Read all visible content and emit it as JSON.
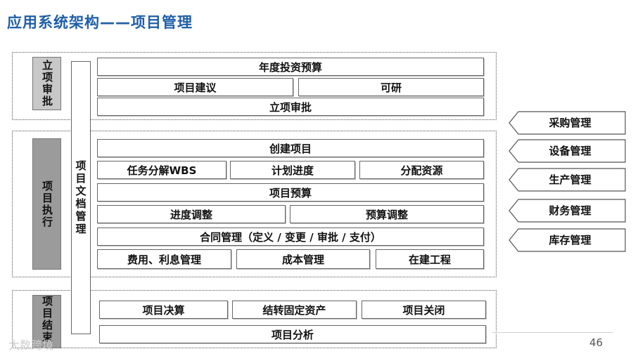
{
  "title": "应用系统架构——项目管理",
  "doc_column": "项目文档管理",
  "phases": {
    "approval": "立项审批",
    "execution": "项目执行",
    "closure": "项目结束"
  },
  "approval": {
    "annual_budget": "年度投资预算",
    "proposal": "项目建议",
    "feasibility": "可研",
    "approval_review": "立项审批"
  },
  "execution": {
    "create_project": "创建项目",
    "wbs": "任务分解WBS",
    "schedule": "计划进度",
    "allocate": "分配资源",
    "project_budget": "项目预算",
    "schedule_adjust": "进度调整",
    "budget_adjust": "预算调整",
    "contract": "合同管理（定义 / 变更 / 审批 / 支付）",
    "expense": "费用、利息管理",
    "cost": "成本管理",
    "construction": "在建工程"
  },
  "closure": {
    "final_accounts": "项目决算",
    "fixed_assets": "结转固定资产",
    "close": "项目关闭",
    "analysis": "项目分析"
  },
  "external_systems": [
    "采购管理",
    "设备管理",
    "生产管理",
    "财务管理",
    "库存管理"
  ],
  "page_number": "46",
  "watermark": "大数跨境"
}
